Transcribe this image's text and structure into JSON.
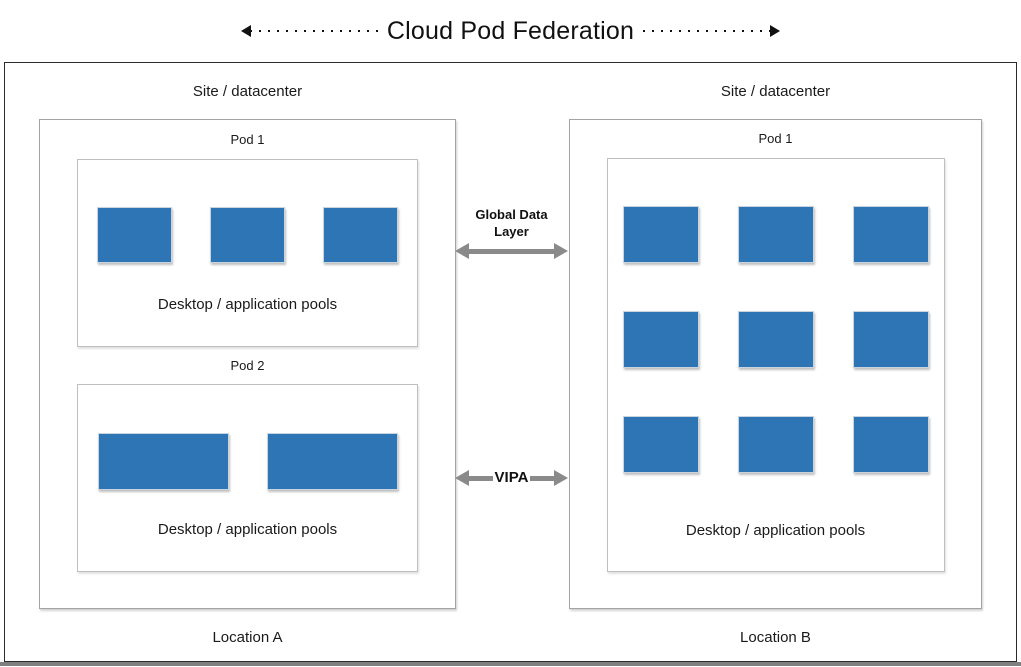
{
  "title": "Cloud Pod Federation",
  "left_site": {
    "label": "Site / datacenter",
    "location": "Location A",
    "pod1": {
      "name": "Pod 1",
      "pool_label": "Desktop / application pools",
      "block_count": 3
    },
    "pod2": {
      "name": "Pod 2",
      "pool_label": "Desktop / application pools",
      "block_count": 2
    }
  },
  "right_site": {
    "label": "Site / datacenter",
    "location": "Location B",
    "pod1": {
      "name": "Pod 1",
      "pool_label": "Desktop / application pools",
      "block_count": 9
    }
  },
  "connectors": {
    "global_data_layer": "Global Data Layer",
    "vipa": "VIPA"
  },
  "colors": {
    "pool_block_fill": "#2e75b5",
    "connector_arrow": "#8a8a8a",
    "box_border_site": "#a3a3a3",
    "box_border_pool": "#bfbfbf",
    "outer_border": "#2b2b2b",
    "bottom_bar": "#7f7f7f",
    "text": "#1a1a1a"
  }
}
